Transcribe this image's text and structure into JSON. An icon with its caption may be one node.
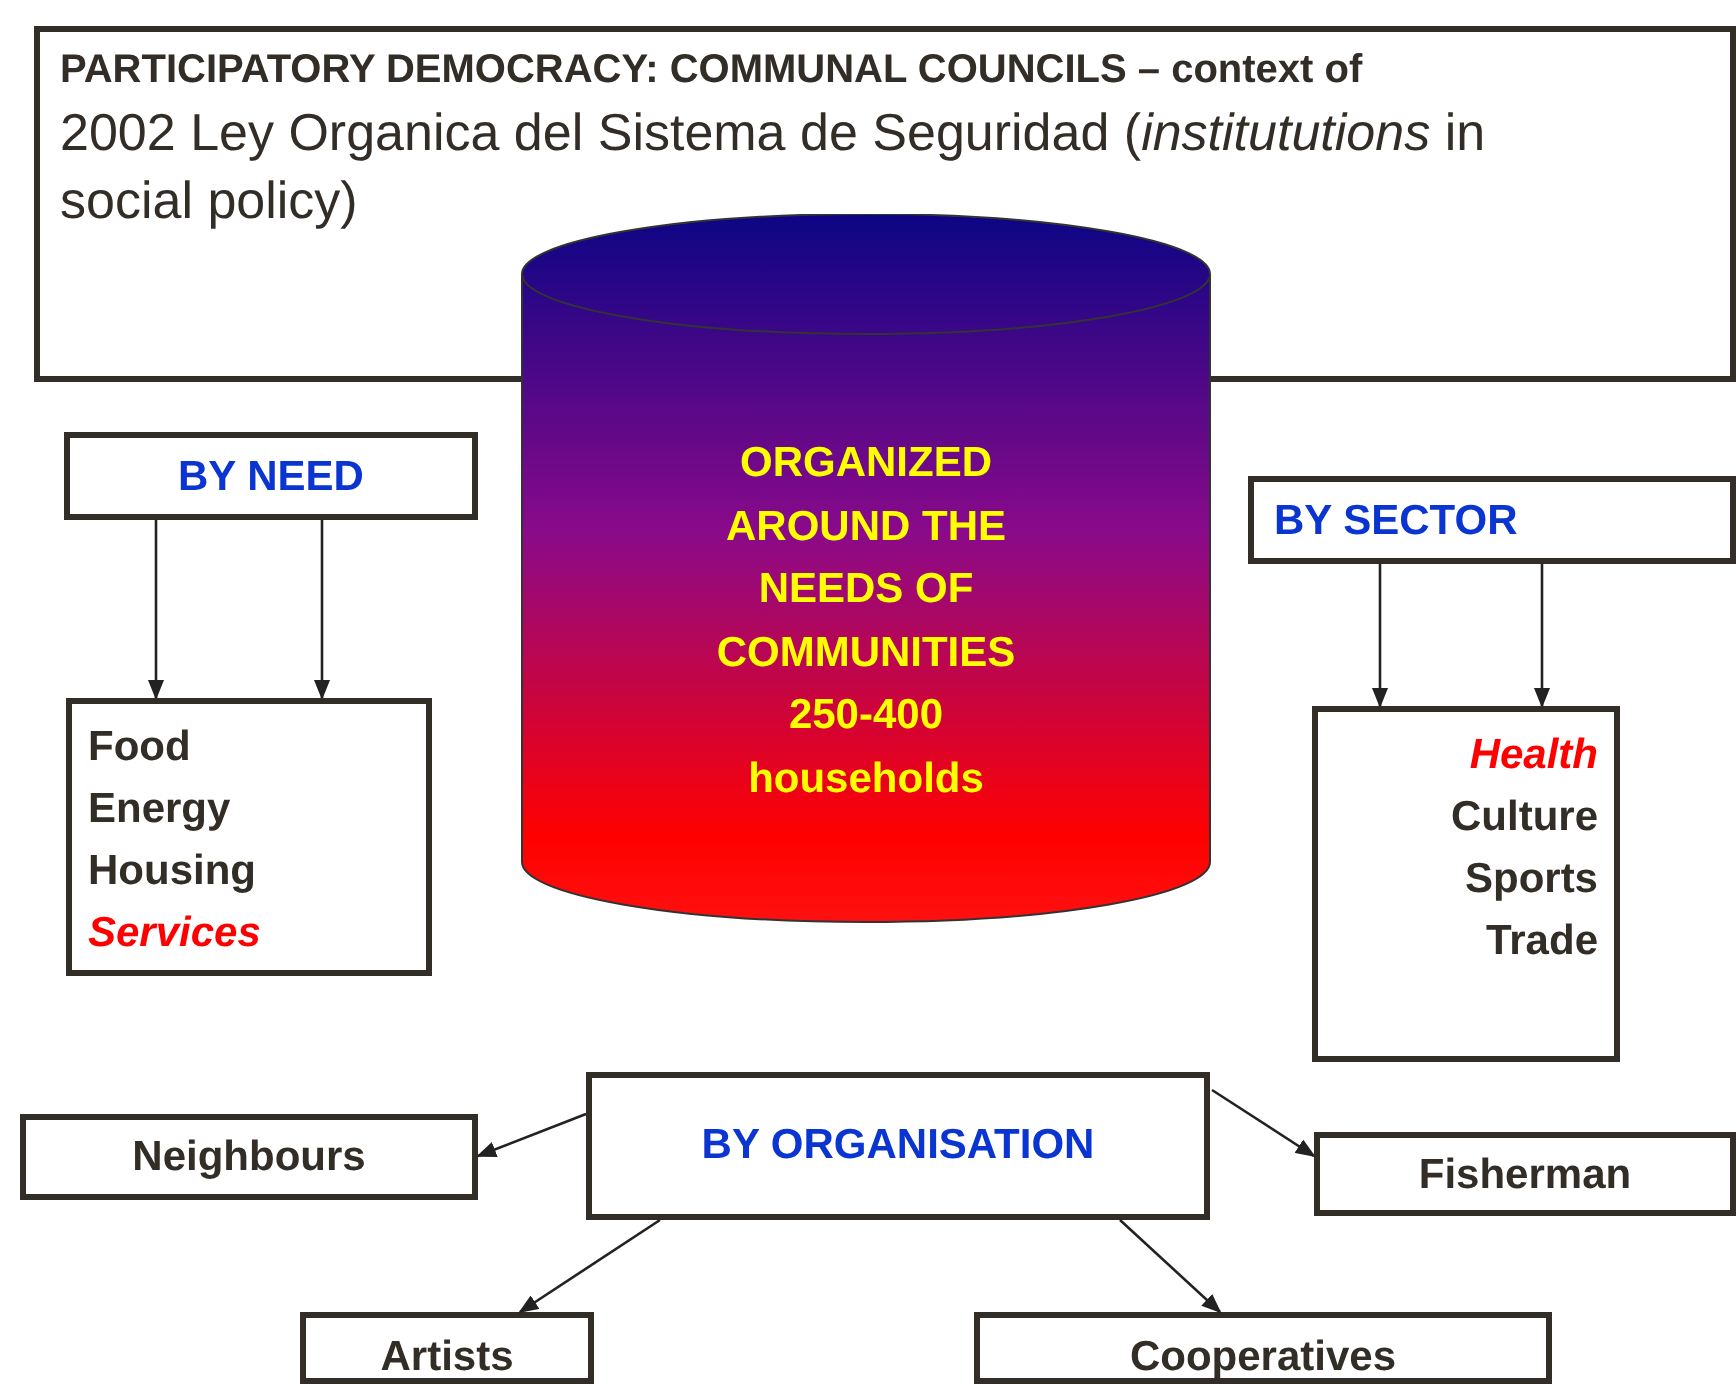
{
  "diagram": {
    "nodes": [
      {
        "text": [
          "PARTICIPATORY DEMOCRACY: COMMUNAL COUNCILS – context of",
          "2002 Ley Organica del Sistema de Seguridad (*institututions* in social policy)"
        ]
      },
      {
        "text": [
          "ORGANIZED AROUND THE NEEDS OF COMMUNITIES 250-400 households"
        ]
      },
      {
        "text": [
          "BY NEED"
        ]
      },
      {
        "text": [
          "Food",
          "Energy",
          "Housing",
          "Services"
        ]
      },
      {
        "text": [
          "BY SECTOR"
        ]
      },
      {
        "text": [
          "Health",
          "Culture",
          "Sports",
          "Trade"
        ]
      },
      {
        "text": [
          "BY ORGANISATION"
        ]
      },
      {
        "text": [
          "Neighbours"
        ]
      },
      {
        "text": [
          "Fisherman"
        ]
      },
      {
        "text": [
          "Artists"
        ]
      },
      {
        "text": [
          "Cooperatives"
        ]
      }
    ],
    "edges": [
      {
        "from": 2,
        "to": 3,
        "arrow": "to"
      },
      {
        "from": 2,
        "to": 3,
        "arrow": "to"
      },
      {
        "from": 4,
        "to": 5,
        "arrow": "to"
      },
      {
        "from": 4,
        "to": 5,
        "arrow": "to"
      },
      {
        "from": 6,
        "to": 7,
        "arrow": "to"
      },
      {
        "from": 6,
        "to": 8,
        "arrow": "to"
      },
      {
        "from": 6,
        "to": 9,
        "arrow": "to"
      },
      {
        "from": 6,
        "to": 10,
        "arrow": "to"
      }
    ]
  }
}
